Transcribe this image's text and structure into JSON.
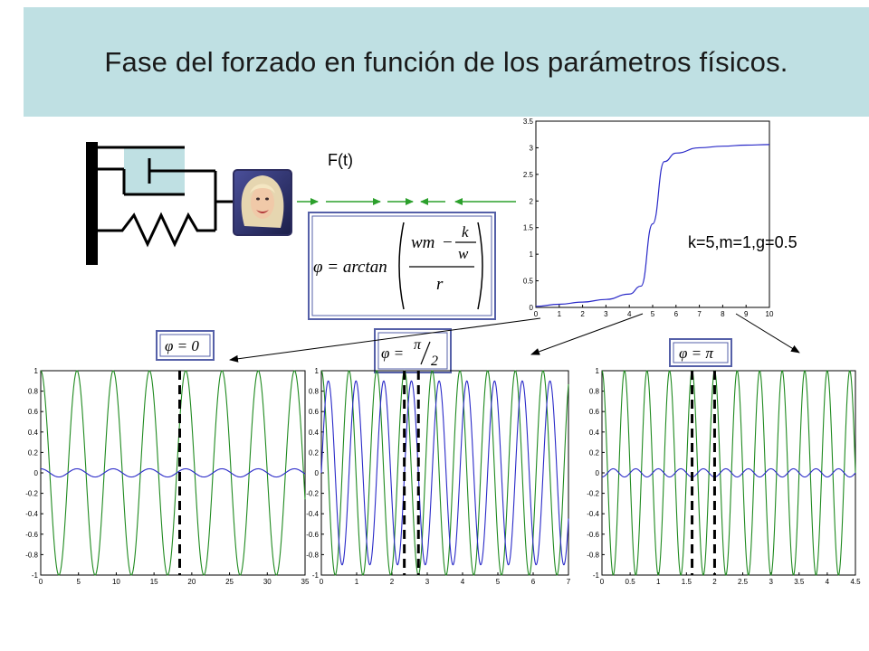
{
  "title": "Fase del forzado en función de los parámetros físicos.",
  "force_label": "F(t)",
  "params_label": "k=5,m=1,g=0.5",
  "colors": {
    "header_bg": "#bfe0e3",
    "formula_border": "#5560a8",
    "arrow_green": "#2ca02c",
    "trace_blue": "#2a2ac8",
    "trace_green": "#1f8a1f",
    "photo_frame": "#2c2c5e"
  },
  "icons": {
    "avatar": "face-photo-icon"
  },
  "formulas": {
    "main": {
      "lhs": "φ = arctan",
      "num_a": "wm",
      "num_minus": "−",
      "frac_top": "k",
      "frac_bottom": "w",
      "den": "r"
    },
    "phi0": {
      "text": "φ = 0"
    },
    "phi_half_pi": {
      "lhs": "φ =",
      "num": "π",
      "den": "2"
    },
    "phi_pi": {
      "text": "φ = π"
    }
  },
  "chart_data": [
    {
      "type": "line",
      "x_ticks": [
        "0",
        "1",
        "2",
        "3",
        "4",
        "5",
        "6",
        "7",
        "8",
        "9",
        "10"
      ],
      "y_ticks": [
        "0",
        "0.5",
        "1",
        "1.5",
        "2",
        "2.5",
        "3",
        "3.5"
      ],
      "xlim": [
        0,
        10
      ],
      "ylim": [
        0,
        3.5
      ],
      "grid": false,
      "series": [
        {
          "color": "#2a2ac8",
          "x": [
            0,
            1,
            2,
            3,
            4,
            4.5,
            5,
            5.5,
            6,
            7,
            8,
            9,
            10
          ],
          "y": [
            0.02,
            0.06,
            0.1,
            0.15,
            0.25,
            0.4,
            1.57,
            2.74,
            2.9,
            3.0,
            3.03,
            3.05,
            3.06
          ]
        }
      ]
    },
    {
      "type": "line",
      "x_ticks": [
        "0",
        "5",
        "10",
        "15",
        "20",
        "25",
        "30",
        "35"
      ],
      "y_ticks": [
        "1",
        "0.8",
        "0.6",
        "0.4",
        "0.2",
        "0",
        "-0.2",
        "-0.4",
        "-0.6",
        "-0.8",
        "-1"
      ],
      "xlim": [
        0,
        35
      ],
      "ylim": [
        -1,
        1
      ],
      "grid": false,
      "series": [
        {
          "color": "#1f8a1f",
          "shape": "cos",
          "amplitude": 1.0,
          "period": 4.8
        },
        {
          "color": "#2a2ac8",
          "shape": "cos",
          "amplitude": 0.04,
          "period": 4.8
        }
      ],
      "marker_lines_x": [
        18.4
      ]
    },
    {
      "type": "line",
      "x_ticks": [
        "0",
        "1",
        "2",
        "3",
        "4",
        "5",
        "6",
        "7"
      ],
      "y_ticks": [
        "1",
        "0.8",
        "0.6",
        "0.4",
        "0.2",
        "0",
        "-0.2",
        "-0.4",
        "-0.6",
        "-0.8",
        "-1"
      ],
      "xlim": [
        0,
        7
      ],
      "ylim": [
        -1,
        1
      ],
      "grid": false,
      "series": [
        {
          "color": "#1f8a1f",
          "shape": "cos",
          "amplitude": 1.0,
          "period": 0.785
        },
        {
          "color": "#2a2ac8",
          "shape": "cos",
          "amplitude": 0.9,
          "period": 0.785,
          "phase_shift": -1.5708
        }
      ],
      "marker_lines_x": [
        2.35,
        2.75
      ]
    },
    {
      "type": "line",
      "x_ticks": [
        "0",
        "0.5",
        "1",
        "1.5",
        "2",
        "2.5",
        "3",
        "3.5",
        "4",
        "4.5"
      ],
      "y_ticks": [
        "1",
        "0.8",
        "0.6",
        "0.4",
        "0.2",
        "0",
        "-0.2",
        "-0.4",
        "-0.6",
        "-0.8",
        "-1"
      ],
      "xlim": [
        0,
        4.5
      ],
      "ylim": [
        -1,
        1
      ],
      "grid": false,
      "series": [
        {
          "color": "#1f8a1f",
          "shape": "cos",
          "amplitude": 1.0,
          "period": 0.4
        },
        {
          "color": "#2a2ac8",
          "shape": "cos",
          "amplitude": 0.04,
          "period": 0.4,
          "phase_shift": 3.14159
        }
      ],
      "marker_lines_x": [
        1.6,
        2.0
      ]
    }
  ]
}
